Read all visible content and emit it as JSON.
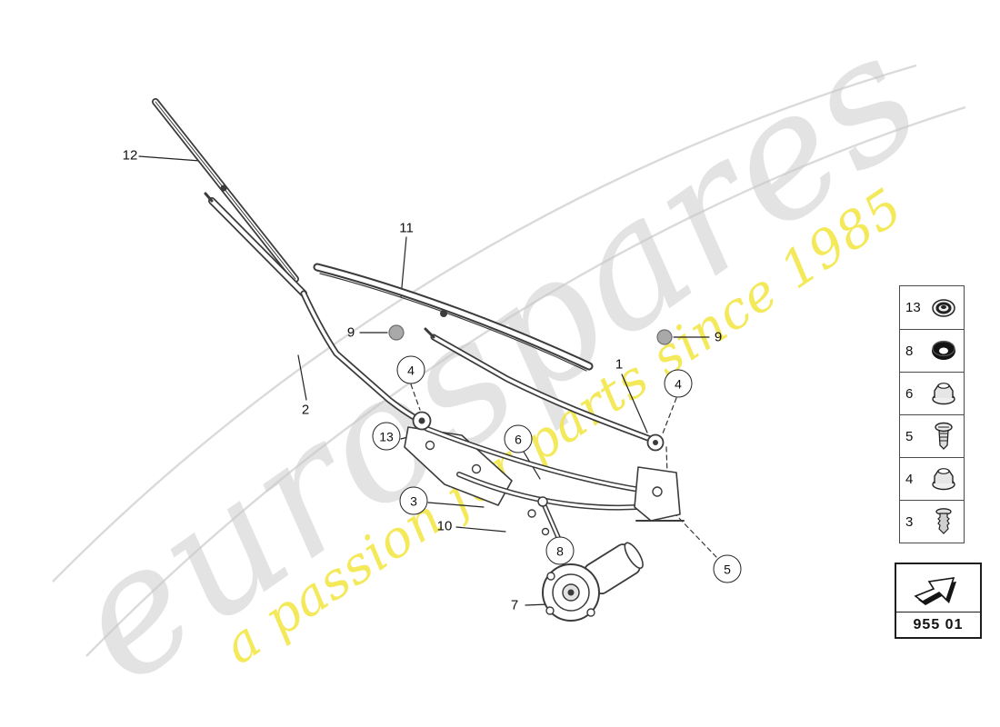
{
  "watermark": {
    "brand": "eurospares",
    "tagline": "a passion for parts since 1985"
  },
  "diagram": {
    "callouts": [
      {
        "label": "12",
        "circled": false
      },
      {
        "label": "11",
        "circled": false
      },
      {
        "label": "9",
        "circled": false
      },
      {
        "label": "9",
        "circled": false
      },
      {
        "label": "4",
        "circled": true
      },
      {
        "label": "4",
        "circled": true
      },
      {
        "label": "2",
        "circled": false
      },
      {
        "label": "1",
        "circled": false
      },
      {
        "label": "13",
        "circled": true
      },
      {
        "label": "6",
        "circled": true
      },
      {
        "label": "3",
        "circled": true
      },
      {
        "label": "10",
        "circled": false
      },
      {
        "label": "8",
        "circled": true
      },
      {
        "label": "5",
        "circled": true
      },
      {
        "label": "7",
        "circled": false
      }
    ]
  },
  "legend": {
    "items": [
      {
        "number": "13",
        "icon": "cap-nut-icon"
      },
      {
        "number": "8",
        "icon": "bearing-icon"
      },
      {
        "number": "6",
        "icon": "flange-nut-icon"
      },
      {
        "number": "5",
        "icon": "screw-icon"
      },
      {
        "number": "4",
        "icon": "flange-nut-icon"
      },
      {
        "number": "3",
        "icon": "expansion-rivet-icon"
      }
    ],
    "part_group_code": "955 01",
    "part_group_icon": "direction-arrow-icon"
  },
  "colors": {
    "watermark_gray": "#c9c9c9",
    "watermark_yellow": "#f2e63e",
    "drawing_line": "#3b3b3b"
  }
}
